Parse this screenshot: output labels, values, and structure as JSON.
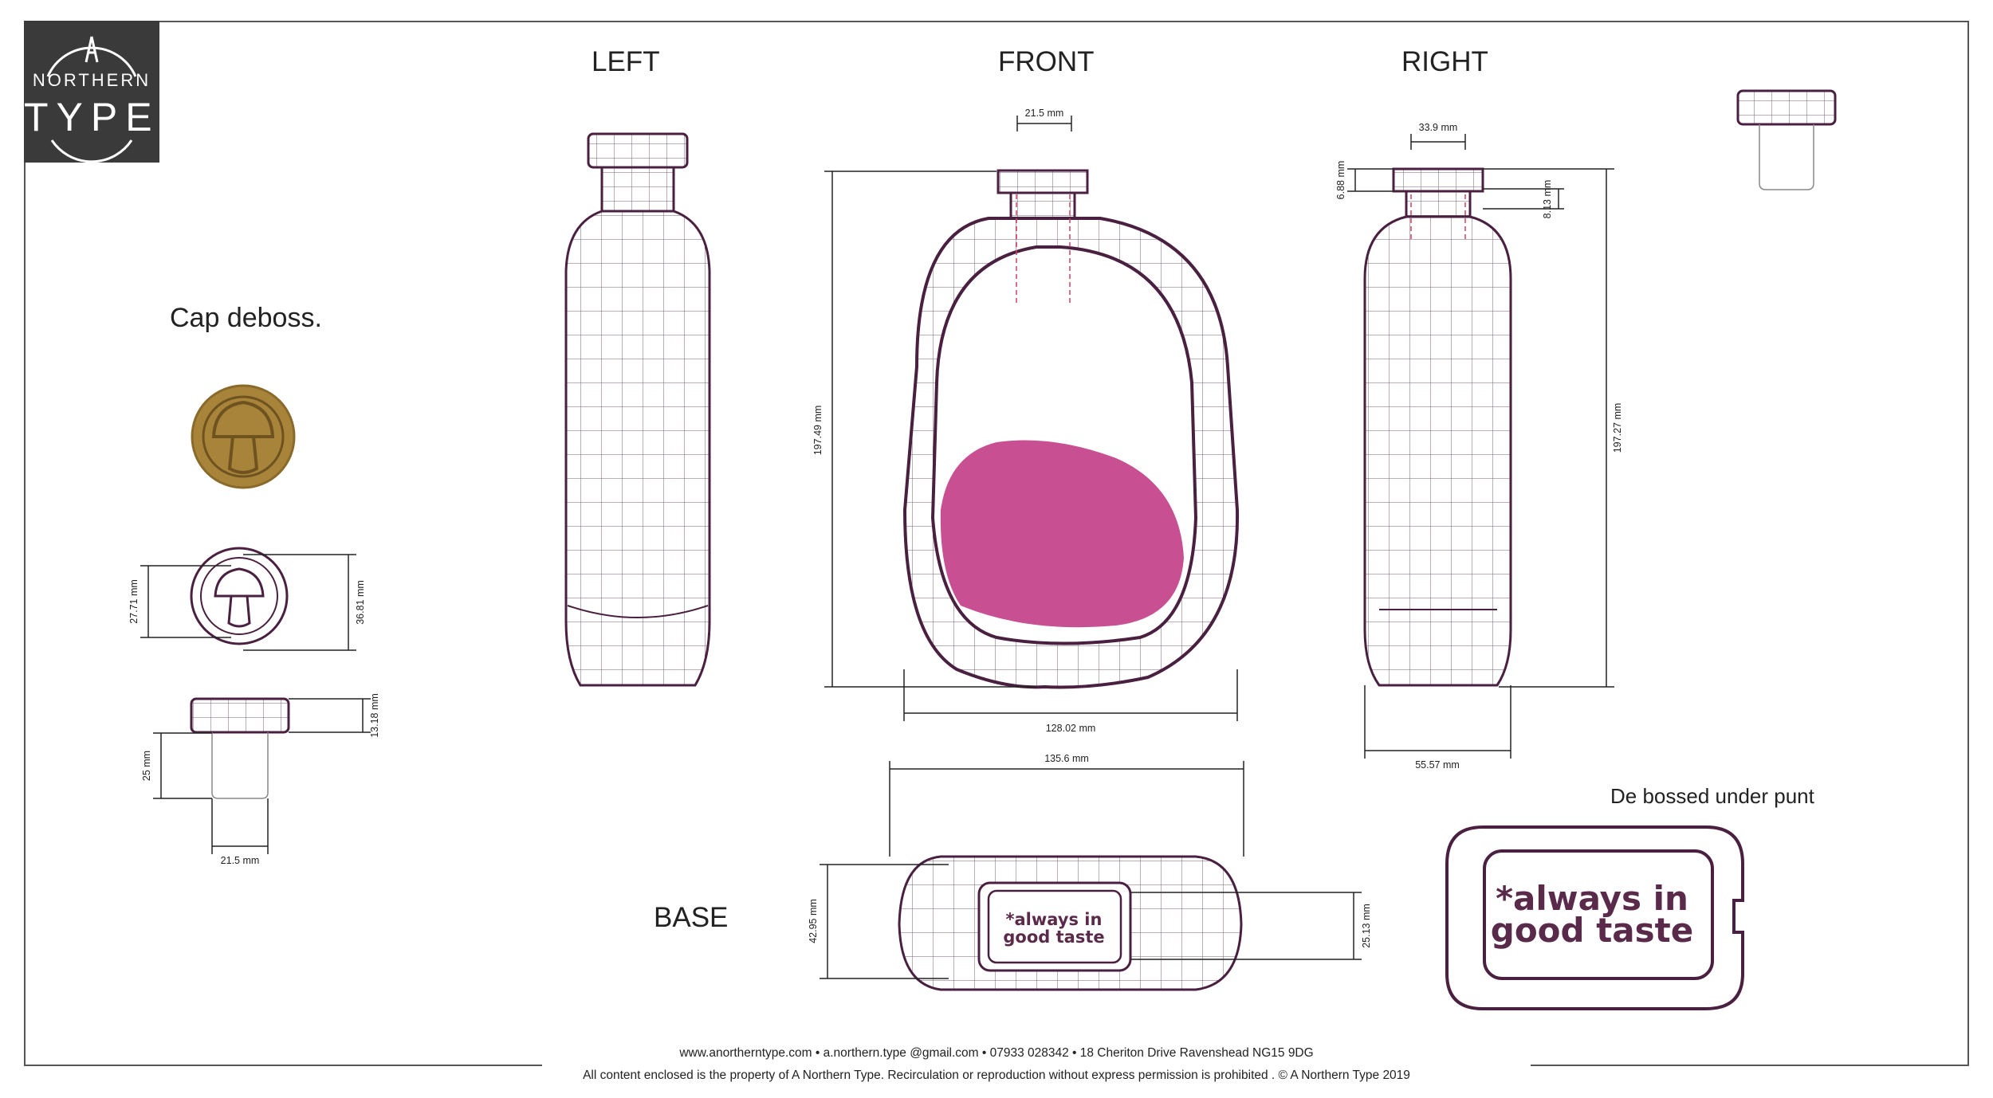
{
  "logo": {
    "line1": "NORTHERN",
    "line2": "TYPE",
    "bg_color": "#3a3a3a"
  },
  "views": {
    "left": "LEFT",
    "front": "FRONT",
    "right": "RIGHT",
    "base": "BASE"
  },
  "labels": {
    "cap_deboss": "Cap deboss.",
    "debossed_punt": "De bossed under punt",
    "deboss_line1": "*always in",
    "deboss_line2": "good taste"
  },
  "dimensions": {
    "front_neck_width": "21.5 mm",
    "front_height": "197.49 mm",
    "front_width": "128.02 mm",
    "right_neck_width": "33.9 mm",
    "right_cap_height": "6.88 mm",
    "right_neck_height": "8.13 mm",
    "right_height": "197.27 mm",
    "right_width": "55.57 mm",
    "base_length": "135.6 mm",
    "base_depth": "42.95 mm",
    "base_punt_height": "25.13 mm",
    "cap_inner_diameter": "27.71 mm",
    "cap_outer_diameter": "36.81 mm",
    "cap_height": "13.18 mm",
    "stopper_length": "25 mm",
    "stopper_width": "21.5 mm"
  },
  "footer": {
    "line1": "www.anortherntype.com • a.northern.type @gmail.com • 07933 028342 • 18 Cheriton Drive Ravenshead NG15 9DG",
    "line2": "All content enclosed is the property of A Northern Type. Recirculation or reproduction without express permission is prohibited . © A Northern Type 2019"
  },
  "colors": {
    "outline": "#4a2040",
    "liquid": "#c94f93",
    "gold": "#a8843a",
    "grid": "#7a6070"
  }
}
